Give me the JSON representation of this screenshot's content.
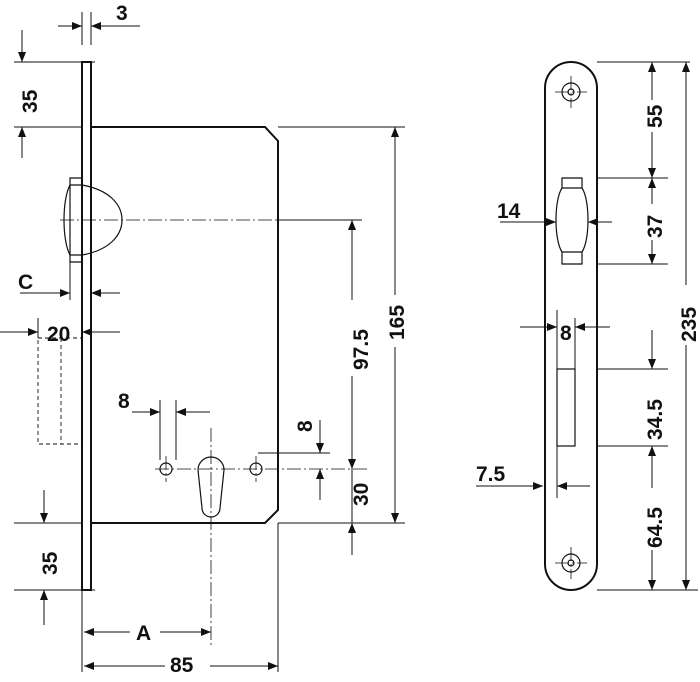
{
  "drawing": {
    "side_view": {
      "faceplate_thickness": "3",
      "top_to_case": "35",
      "bottom_to_case": "35",
      "backset_label": "C",
      "latch_projection": "20",
      "spindle_to_cylinder": "97.5",
      "case_height": "165",
      "cylinder_hole_diameter": "8",
      "screw_hole_offset": "8",
      "cylinder_to_case_bottom": "30",
      "backset_variable": "A",
      "case_depth": "85"
    },
    "front_view": {
      "top_to_latch": "55",
      "latch_width": "14",
      "latch_height": "37",
      "faceplate_height": "235",
      "latch_offset": "8",
      "bolt_height": "34.5",
      "bolt_offset": "7.5",
      "bolt_to_bottom": "64.5"
    }
  }
}
